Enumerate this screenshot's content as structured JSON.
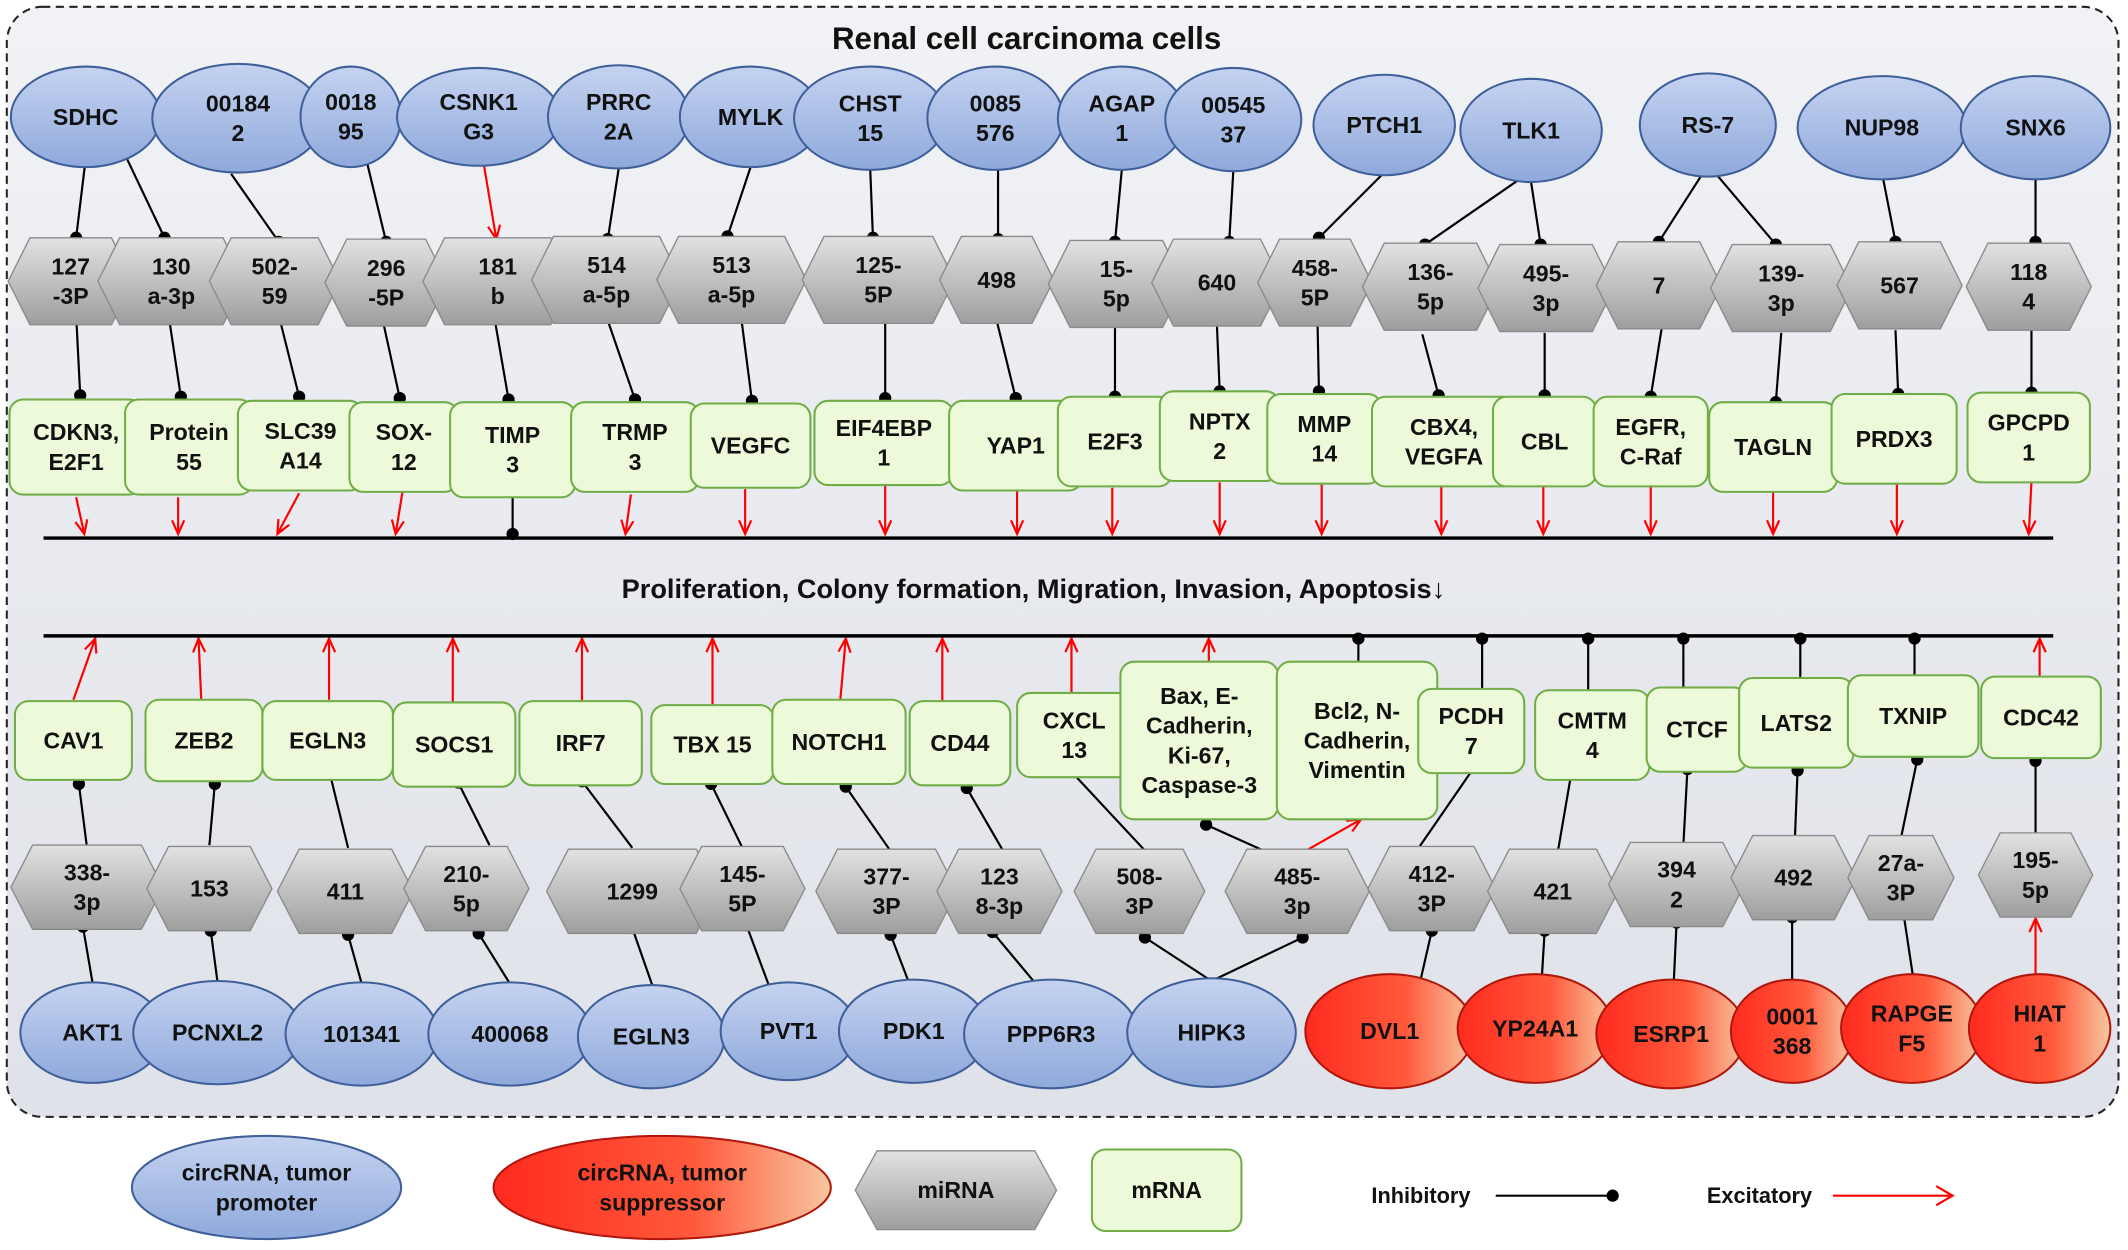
{
  "title": "Renal cell carcinoma cells",
  "outcome": "Proliferation, Colony formation, Migration, Invasion, Apoptosis↓",
  "colors": {
    "promoter_fill": "#a9bde6",
    "promoter_stroke": "#3f5f9a",
    "suppressor_fill": "#ff3b30",
    "suppressor_stroke": "#b0160c",
    "mirna_fill": "#bfbfbf",
    "mrna_fill": "#ecfad9",
    "mrna_stroke": "#70ad47",
    "inhibitory": "#000000",
    "excitatory": "#ff0000"
  },
  "top": {
    "circ": [
      [
        "SDHC"
      ],
      [
        "00184",
        "2"
      ],
      [
        "0018",
        "95"
      ],
      [
        "CSNK1",
        "G3"
      ],
      [
        "PRRC",
        "2A"
      ],
      [
        "MYLK"
      ],
      [
        "CHST",
        "15"
      ],
      [
        "0085",
        "576"
      ],
      [
        "AGAP",
        "1"
      ],
      [
        "00545",
        "37"
      ],
      [
        "PTCH1"
      ],
      [
        "TLK1"
      ],
      [
        "RS-7"
      ],
      [
        "NUP98"
      ],
      [
        "SNX6"
      ]
    ],
    "mirna": [
      [
        "127",
        "-3P"
      ],
      [
        "130",
        "a-3p"
      ],
      [
        "502-",
        "59"
      ],
      [
        "296",
        "-5P"
      ],
      [
        "181",
        "b"
      ],
      [
        "514",
        "a-5p"
      ],
      [
        "513",
        "a-5p"
      ],
      [
        "125-",
        "5P"
      ],
      [
        "498"
      ],
      [
        "15-",
        "5p"
      ],
      [
        "640"
      ],
      [
        "458-",
        "5P"
      ],
      [
        "136-",
        "5p"
      ],
      [
        "495-",
        "3p"
      ],
      [
        "7"
      ],
      [
        "139-",
        "3p"
      ],
      [
        "567"
      ],
      [
        "118",
        "4"
      ]
    ],
    "mrna": [
      [
        "CDKN3,",
        "E2F1"
      ],
      [
        "Protein",
        "55"
      ],
      [
        "SLC39",
        "A14"
      ],
      [
        "SOX-",
        "12"
      ],
      [
        "TIMP",
        "3"
      ],
      [
        "TRMP",
        "3"
      ],
      [
        "VEGFC"
      ],
      [
        "EIF4EBP",
        "1"
      ],
      [
        "YAP1"
      ],
      [
        "E2F3"
      ],
      [
        "NPTX",
        "2"
      ],
      [
        "MMP",
        "14"
      ],
      [
        "CBX4,",
        "VEGFA"
      ],
      [
        "CBL"
      ],
      [
        "EGFR,",
        "C-Raf"
      ],
      [
        "TAGLN"
      ],
      [
        "PRDX3"
      ],
      [
        "GPCPD",
        "1"
      ]
    ]
  },
  "bottom": {
    "mrna": [
      [
        "CAV1"
      ],
      [
        "ZEB2"
      ],
      [
        "EGLN3"
      ],
      [
        "SOCS1"
      ],
      [
        "IRF7"
      ],
      [
        "TBX 15"
      ],
      [
        "NOTCH1"
      ],
      [
        "CD44"
      ],
      [
        "CXCL",
        "13"
      ],
      [
        "Bax, E-",
        "Cadherin,",
        "Ki-67,",
        "Caspase-3"
      ],
      [
        "Bcl2, N-",
        "Cadherin,",
        "Vimentin"
      ],
      [
        "PCDH",
        "7"
      ],
      [
        "CMTM",
        "4"
      ],
      [
        "CTCF"
      ],
      [
        "LATS2"
      ],
      [
        "TXNIP"
      ],
      [
        "CDC42"
      ]
    ],
    "mirna": [
      [
        "338-",
        "3p"
      ],
      [
        "153"
      ],
      [
        "411"
      ],
      [
        "210-",
        "5p"
      ],
      [
        "1299"
      ],
      [
        "145-",
        "5P"
      ],
      [
        "377-",
        "3P"
      ],
      [
        "123",
        "8-3p"
      ],
      [
        "508-",
        "3P"
      ],
      [
        "485-",
        "3p"
      ],
      [
        "412-",
        "3P"
      ],
      [
        "421"
      ],
      [
        "394",
        "2"
      ],
      [
        "492"
      ],
      [
        "27a-",
        "3P"
      ],
      [
        "195-",
        "5p"
      ]
    ],
    "circ": [
      [
        "AKT1"
      ],
      [
        "PCNXL2"
      ],
      [
        "101341"
      ],
      [
        "400068"
      ],
      [
        "EGLN3"
      ],
      [
        "PVT1"
      ],
      [
        "PDK1"
      ],
      [
        "PPP6R3"
      ],
      [
        "HIPK3"
      ],
      [
        "DVL1"
      ],
      [
        "YP24A1"
      ],
      [
        "ESRP1"
      ],
      [
        "0001",
        "368"
      ],
      [
        "RAPGE",
        "F5"
      ],
      [
        "HIAT",
        "1"
      ]
    ]
  },
  "legend": {
    "promoter": [
      "circRNA, tumor",
      "promoter"
    ],
    "suppressor": [
      "circRNA, tumor",
      "suppressor"
    ],
    "mirna": "miRNA",
    "mrna": "mRNA",
    "inhibitory": "Inhibitory",
    "excitatory": "Excitatory"
  }
}
